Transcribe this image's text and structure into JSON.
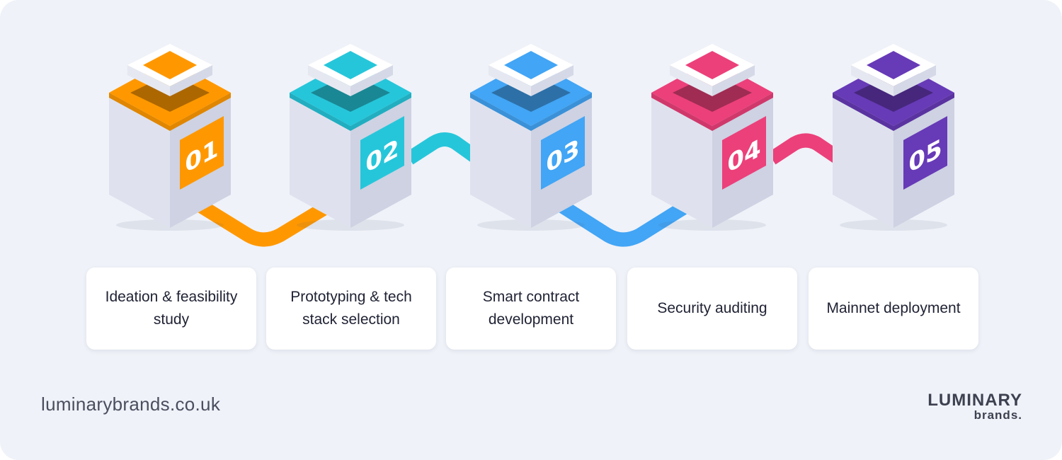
{
  "steps": [
    {
      "number": "01",
      "label": "Ideation & feasibility study",
      "color": "#ff9800"
    },
    {
      "number": "02",
      "label": "Prototyping & tech stack selection",
      "color": "#26c6da"
    },
    {
      "number": "03",
      "label": "Smart contract development",
      "color": "#42a5f5"
    },
    {
      "number": "04",
      "label": "Security auditing",
      "color": "#ec407a"
    },
    {
      "number": "05",
      "label": "Mainnet deployment",
      "color": "#673ab7"
    }
  ],
  "footer": {
    "url": "luminarybrands.co.uk",
    "logo_main": "LUMINARY",
    "logo_sub": "brands."
  }
}
